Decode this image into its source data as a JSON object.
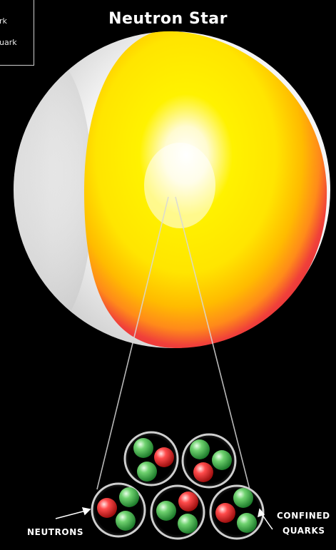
{
  "title": "Neutron Star",
  "legend": {
    "line1": "rk",
    "line2": "uark"
  },
  "labels": {
    "neutrons": "NEUTRONS",
    "confined_line1": "CONFINED",
    "confined_line2": "QUARKS"
  },
  "colors": {
    "background": "#000000",
    "crust": "#f2f2f2",
    "core_center": "#ffffff",
    "core_yellow": "#ffe600",
    "core_orange": "#ffb000",
    "core_red": "#e8333b",
    "quark_green": "#3fae4a",
    "quark_red": "#e02a2a",
    "neutron_ring": "#c8c8c8"
  }
}
